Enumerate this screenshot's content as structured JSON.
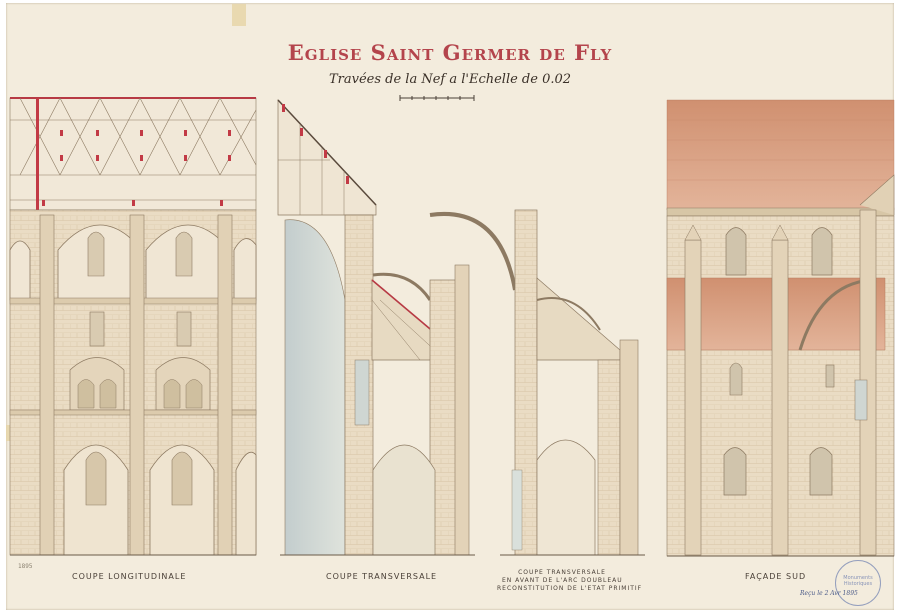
{
  "title": "Eglise Saint Germer de Fly",
  "subtitle": "Travées de la Nef a l'Echelle de 0.02",
  "captions": {
    "longitudinal": "Coupe Longitudinale",
    "transversal": "Coupe Transversale",
    "transversal_restore_1": "Coupe Transversale",
    "transversal_restore_2": "en avant de l'Arc Doubleau",
    "transversal_restore_3": "Reconstitution de l'Etat Primitif",
    "facade": "Façade Sud"
  },
  "stamp_text": "Monuments Historiques",
  "annotation": "Reçu le 2 Avr 1895",
  "corner_mark": "1895",
  "colors": {
    "paper": "#f3ecdd",
    "stone": "#e9d9c0",
    "stone_shadow": "#d8c4a6",
    "wash_blue": "#c9d3d3",
    "roof": "#d49676",
    "ink": "#5a4a3c",
    "accent_red": "#c23a45"
  }
}
